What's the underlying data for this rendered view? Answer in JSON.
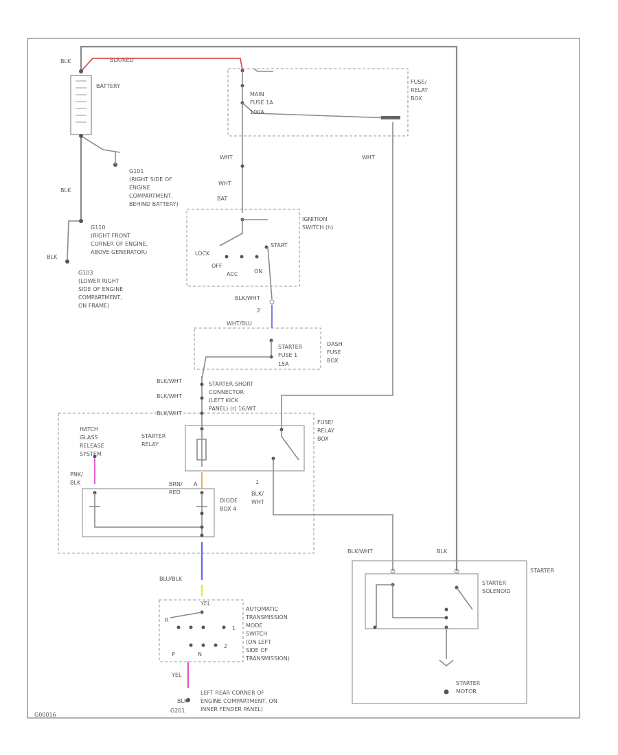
{
  "colors": {
    "wire": "#8a8a8a",
    "red": "#d95050",
    "blue": "#6a6af0",
    "orange": "#e8a050",
    "yellow": "#e8e840",
    "pink": "#e050c8"
  },
  "battery": {
    "label": "BATTERY",
    "wire_top": "BLK",
    "red_wire": "BLK/RED",
    "wire_left": "BLK"
  },
  "grounds": {
    "g101": [
      "G101",
      "(RIGHT SIDE OF",
      "ENGINE",
      "COMPARTMENT,",
      "BEHIND BATTERY)"
    ],
    "g110": [
      "G110",
      "(RIGHT FRONT",
      "CORNER OF ENGINE,",
      "ABOVE GENERATOR)"
    ],
    "g103_wire": "BLK",
    "g103": [
      "G103",
      "(LOWER RIGHT",
      "SIDE OF ENGINE",
      "COMPARTMENT,",
      "ON FRAME)"
    ],
    "g201": [
      "LEFT REAR CORNER OF",
      "ENGINE COMPARTMENT, ON",
      "INNER FENDER PANEL)"
    ],
    "g201_id": "G201",
    "g201_wire": "BLK"
  },
  "fuse_relay_box_top": {
    "label": [
      "FUSE/",
      "RELAY",
      "BOX"
    ],
    "fuse": [
      "MAIN",
      "FUSE 1A"
    ],
    "fuse_value": "100A"
  },
  "ignition": {
    "wire_in_1": "WHT",
    "wire_in_2": "WHT",
    "wire_right": "WHT",
    "label": [
      "IGNITION",
      "SWITCH (h)"
    ],
    "pos_lock": "LOCK",
    "pos_off": "OFF",
    "pos_acc": "ACC",
    "pos_on": "ON",
    "pos_start": "START",
    "wire_out": "BLK/WHT",
    "pin": "2",
    "conn": "BAT"
  },
  "dash_fuse": {
    "wire_in": "WHT/BLU",
    "fuse": [
      "STARTER",
      "FUSE 1"
    ],
    "fuse_value": "15A",
    "label": [
      "DASH",
      "FUSE",
      "BOX"
    ]
  },
  "short_connector": {
    "wire_1": "BLK/WHT",
    "wire_2": "BLK/WHT",
    "wire_3": "BLK/WHT",
    "label": [
      "STARTER SHORT",
      "CONNECTOR",
      "(LEFT KICK",
      "PANEL) (r)  16/WT"
    ]
  },
  "relay_box": {
    "hatch": [
      "HATCH",
      "GLASS",
      "RELEASE",
      "SYSTEM"
    ],
    "relay": [
      "STARTER",
      "RELAY"
    ],
    "label": [
      "FUSE/",
      "RELAY",
      "BOX"
    ],
    "diode": [
      "DIODE",
      "BOX 4"
    ],
    "wire_pnk": [
      "PNK/",
      "BLK"
    ],
    "wire_brn": [
      "BRN/",
      "RED"
    ],
    "pin_a": "A",
    "pin_1": "1",
    "wire_out": [
      "BLK/",
      "WHT"
    ]
  },
  "trans": {
    "wire_in": "BLU/BLK",
    "wire_yel": "YEL",
    "label": [
      "AUTOMATIC",
      "TRANSMISSION",
      "MODE",
      "SWITCH",
      "(ON LEFT",
      "SIDE OF",
      "TRANSMISSION)"
    ],
    "pin_1": "1",
    "pin_2": "2",
    "pin_r": "R",
    "pin_p": "P",
    "pin_n": "N",
    "wire_out": "YEL"
  },
  "starter": {
    "wire_1": "BLK/WHT",
    "wire_2": "BLK",
    "label": "STARTER",
    "solenoid": [
      "STARTER",
      "SOLENOID"
    ],
    "motor": [
      "STARTER",
      "MOTOR"
    ]
  },
  "figure_id": "G00016"
}
